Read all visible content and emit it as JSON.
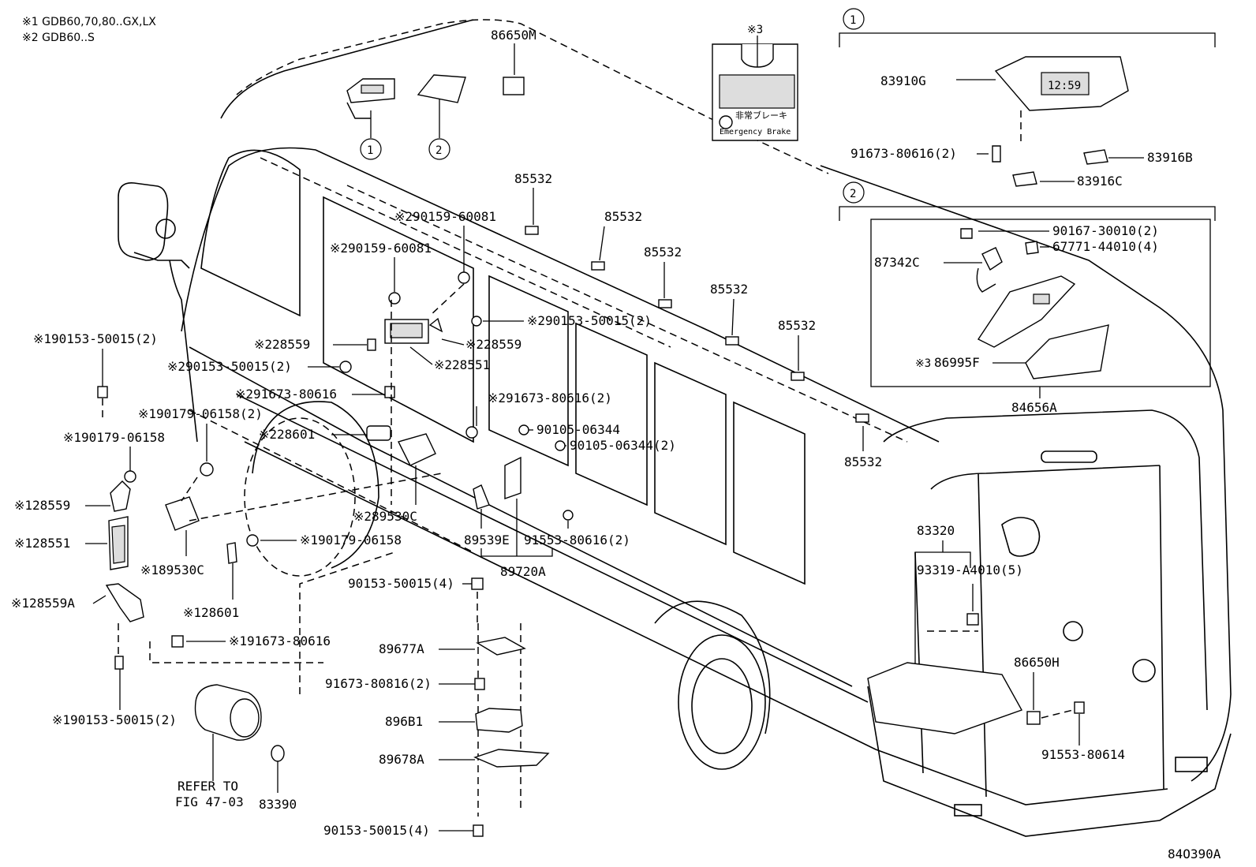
{
  "notes": [
    {
      "mark": "※1",
      "text": "GDB60,70,80..GX,LX"
    },
    {
      "mark": "※2",
      "text": "GDB60..S"
    }
  ],
  "circle_refs": [
    "1",
    "2",
    "1",
    "2"
  ],
  "labels": {
    "p86650M": "86650M",
    "mark3_top": "※3",
    "decal_jp": "非常ブレーキ",
    "decal_en": "Emergency Brake",
    "p83910G": "83910G",
    "clock_text": "12:59",
    "p91673_80616_2a": "91673-80616(2)",
    "p83916B": "83916B",
    "p83916C": "83916C",
    "p90167_30010_2": "90167-30010(2)",
    "p87342C": "87342C",
    "p67771_44010_4": "67771-44010(4)",
    "p86995F": "86995F",
    "mark3_box": "※3",
    "p84656A": "84656A",
    "p85532_1": "85532",
    "p85532_2": "85532",
    "p85532_3": "85532",
    "p85532_4": "85532",
    "p85532_5": "85532",
    "p85532_6": "85532",
    "s2_90159_60081_a": "※290159-60081",
    "s2_90159_60081_b": "※290159-60081",
    "s2_90153_50015_2a": "※290153-50015(2)",
    "s2_28559_a": "※228559",
    "s2_28559_b": "※228559",
    "s2_28551": "※228551",
    "s2_90153_50015_2b": "※290153-50015(2)",
    "s2_91673_80616": "※291673-80616",
    "s2_91673_80616_2": "※291673-80616(2)",
    "s2_28601": "※228601",
    "p90105_06344": "90105-06344",
    "p90105_06344_2": "90105-06344(2)",
    "s2_89530C": "※289530C",
    "p89539E": "89539E",
    "p91553_80616_2": "91553-80616(2)",
    "p89720A": "89720A",
    "s1_90153_50015_2a": "※190153-50015(2)",
    "s1_90179_06158_2": "※190179-06158(2)",
    "s1_90179_06158_a": "※190179-06158",
    "s1_28559": "※128559",
    "s1_28551": "※128551",
    "s1_90179_06158_b": "※190179-06158",
    "s1_89530C": "※189530C",
    "s1_28559A": "※128559A",
    "s1_28601": "※128601",
    "s1_91673_80616": "※191673-80616",
    "s1_90153_50015_2b": "※190153-50015(2)",
    "p90153_50015_4a": "90153-50015(4)",
    "p89677A": "89677A",
    "p91673_80816_2": "91673-80816(2)",
    "p896B1": "896B1",
    "p89678A": "89678A",
    "p90153_50015_4b": "90153-50015(4)",
    "refer_line1": "REFER TO",
    "refer_line2": "FIG 47-03",
    "p83390": "83390",
    "p83320": "83320",
    "p93319_A4010_5": "93319-A4010(5)",
    "p86650H": "86650H",
    "p91553_80614": "91553-80614",
    "fig_id": "84O390A"
  }
}
